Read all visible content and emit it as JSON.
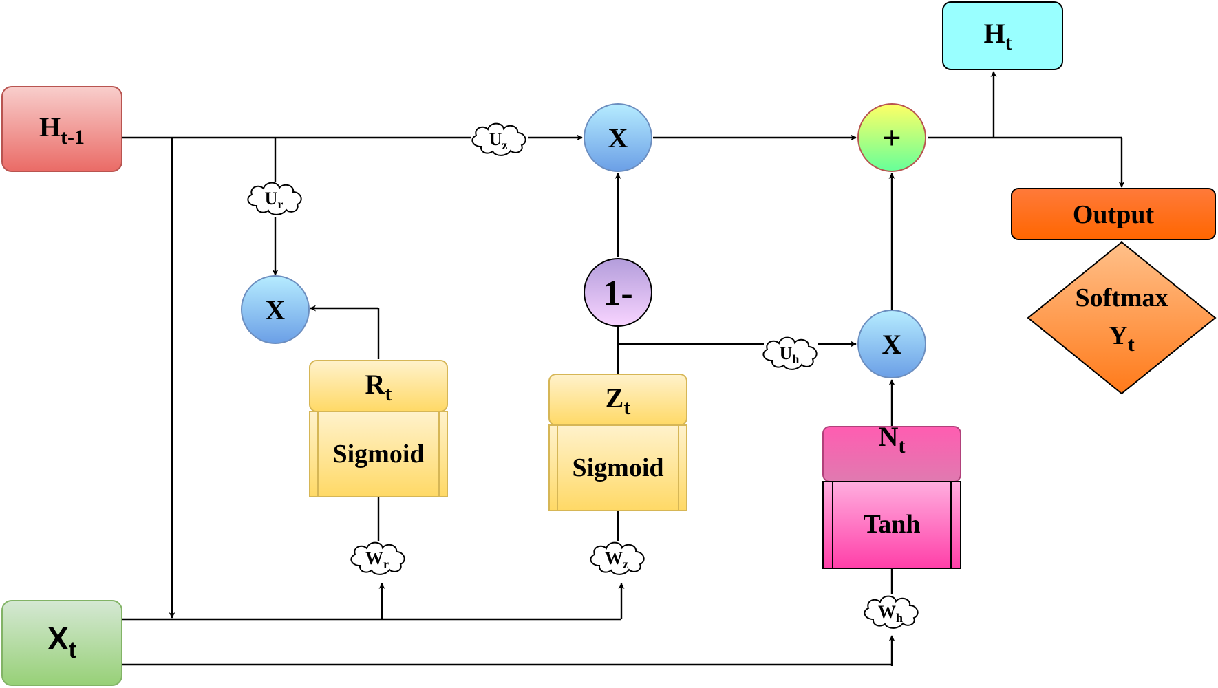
{
  "nodes": {
    "h_prev": {
      "main": "H",
      "sub": "t-1"
    },
    "x_t": {
      "main": "X",
      "sub": "t"
    },
    "h_t": {
      "main": "H",
      "sub": "t"
    },
    "output": {
      "label": "Output"
    },
    "softmax": {
      "line1": "Softmax",
      "line2_main": "Y",
      "line2_sub": "t"
    },
    "mult_top": {
      "label": "X"
    },
    "mult_reset": {
      "label": "X"
    },
    "mult_right": {
      "label": "X"
    },
    "plus": {
      "label": "+"
    },
    "one_minus": {
      "label": "1-"
    },
    "r_gate": {
      "main": "R",
      "sub": "t",
      "fn": "Sigmoid"
    },
    "z_gate": {
      "main": "Z",
      "sub": "t",
      "fn": "Sigmoid"
    },
    "n_gate": {
      "main": "N",
      "sub": "t",
      "fn": "Tanh"
    }
  },
  "weights": {
    "uz": {
      "main": "U",
      "sub": "z"
    },
    "ur": {
      "main": "U",
      "sub": "r"
    },
    "uh": {
      "main": "U",
      "sub": "h"
    },
    "wr": {
      "main": "W",
      "sub": "r"
    },
    "wz": {
      "main": "W",
      "sub": "z"
    },
    "wh": {
      "main": "W",
      "sub": "h"
    }
  },
  "colors": {
    "h_prev": "#ea6b66",
    "x_t": "#97d077",
    "h_t": "#99ffff",
    "output": "#ff6600",
    "softmax": "#ff8c3a",
    "mult": "#7ec8f0",
    "gate": "#ffd966",
    "n_gate": "#ff4fb0"
  }
}
